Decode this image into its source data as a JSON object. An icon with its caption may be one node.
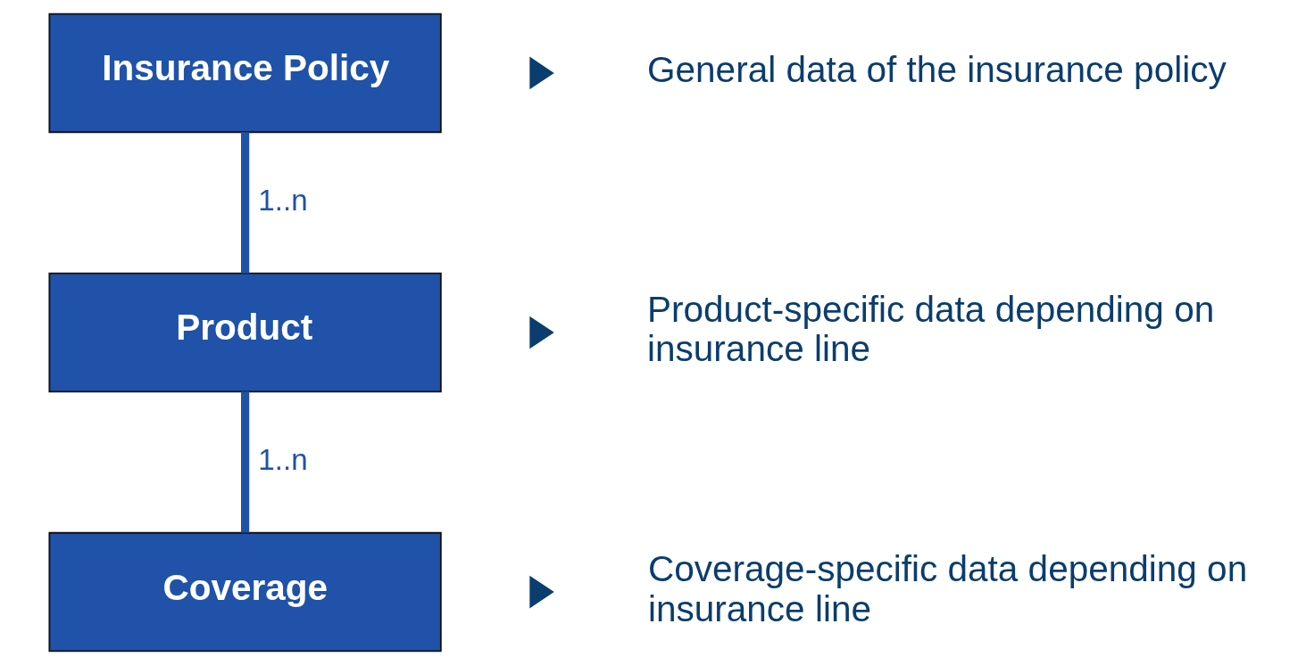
{
  "diagram": {
    "nodes": [
      {
        "text": [
          "Insurance Policy"
        ]
      },
      {
        "text": [
          "Product"
        ]
      },
      {
        "text": [
          "Coverage"
        ]
      },
      {
        "text": [],
        "shape": "triangle"
      },
      {
        "text": [],
        "shape": "triangle"
      },
      {
        "text": [],
        "shape": "triangle"
      }
    ],
    "edges": [
      {
        "from": 0,
        "to": 1,
        "arrow": "none",
        "label": "1..n"
      },
      {
        "from": 1,
        "to": 2,
        "arrow": "none",
        "label": "1..n"
      }
    ],
    "labels": [
      "General data of the insurance policy",
      "Product-specific data depending on insurance line",
      "Coverage-specific data depending on insurance line"
    ]
  }
}
